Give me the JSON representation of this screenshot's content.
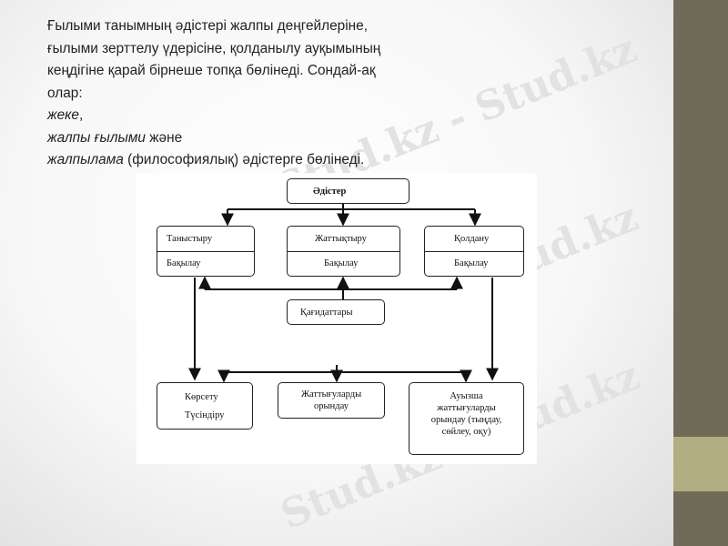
{
  "intro": {
    "lines": [
      "Ғылыми танымның әдістері жалпы деңгейлеріне,",
      "ғылыми зерттелу үдерісіне, қолданылу ауқымының",
      "кеңдігіне қарай бірнеше топқа бөлінеді. Сондай-ақ",
      "олар:"
    ],
    "item1": "жеке",
    "item1_suffix": ",",
    "item2": "жалпы ғылыми",
    "item2_suffix": " және",
    "item3": "жалпылама",
    "item3_suffix": " (философиялық) әдістерге бөлінеді."
  },
  "watermark": "Stud.kz - Stud.kz",
  "diagram": {
    "root": "Әдістер",
    "col1": {
      "top": "Таныстыру",
      "bottom": "Бақылау"
    },
    "col2": {
      "top": "Жаттықтыру",
      "bottom": "Бақылау"
    },
    "col3": {
      "top": "Қолдану",
      "bottom": "Бақылау"
    },
    "principles": "Қағидаттары",
    "out1": {
      "line1": "Көрсету",
      "line2": "Түсіндіру"
    },
    "out2": "Жаттығуларды орындау",
    "out3": "Ауызша жаттығуларды орындау (тыңдау, сөйлеу, оқу)"
  },
  "colors": {
    "sidebar": "#6f6b58",
    "sidebar_accent": "#b2ad82",
    "text": "#222222"
  }
}
